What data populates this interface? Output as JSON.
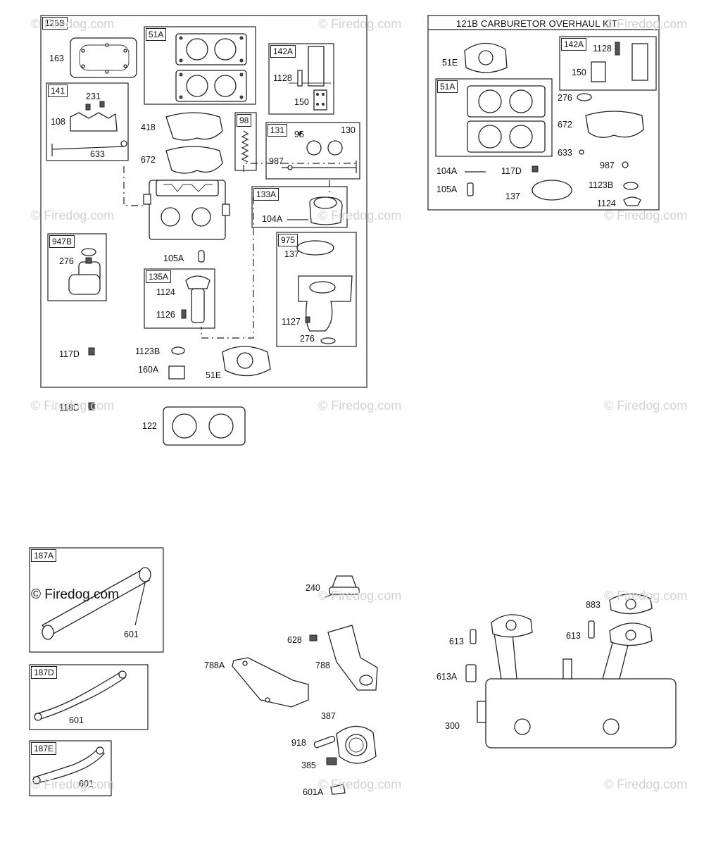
{
  "kit_title": "121B CARBURETOR OVERHAUL KIT",
  "watermark": "© Firedog.com",
  "watermark_dark": "© Firedog.com",
  "groups": {
    "g125B": "125B",
    "g51A": "51A",
    "g142A": "142A",
    "g141": "141",
    "g98": "98",
    "g131": "131",
    "g133A": "133A",
    "g947B": "947B",
    "g975": "975",
    "g135A": "135A",
    "k142A": "142A",
    "k51A": "51A",
    "g187A": "187A",
    "g187D": "187D",
    "g187E": "187E"
  },
  "parts": {
    "p163": "163",
    "p231": "231",
    "p108": "108",
    "p633": "633",
    "p418": "418",
    "p672": "672",
    "p1128": "1128",
    "p150": "150",
    "p95": "95",
    "p130": "130",
    "p987": "987",
    "p104A": "104A",
    "p137": "137",
    "p1127": "1127",
    "p276b": "276",
    "p276": "276",
    "p105A": "105A",
    "p1124": "1124",
    "p1126": "1126",
    "p117D": "117D",
    "p1123B": "1123B",
    "p160A": "160A",
    "p51E": "51E",
    "p118D": "118D",
    "p122": "122",
    "k51E": "51E",
    "k1128": "1128",
    "k150": "150",
    "k276": "276",
    "k672": "672",
    "k633": "633",
    "k987": "987",
    "k104A": "104A",
    "k117D": "117D",
    "k105A": "105A",
    "k137": "137",
    "k1123B": "1123B",
    "k1124": "1124",
    "p601a": "601",
    "p601d": "601",
    "p601e": "601",
    "p240": "240",
    "p628": "628",
    "p788A": "788A",
    "p788": "788",
    "p387": "387",
    "p918": "918",
    "p385": "385",
    "p601A": "601A",
    "p883": "883",
    "p613a": "613",
    "p613b": "613",
    "p613A": "613A",
    "p300": "300"
  }
}
